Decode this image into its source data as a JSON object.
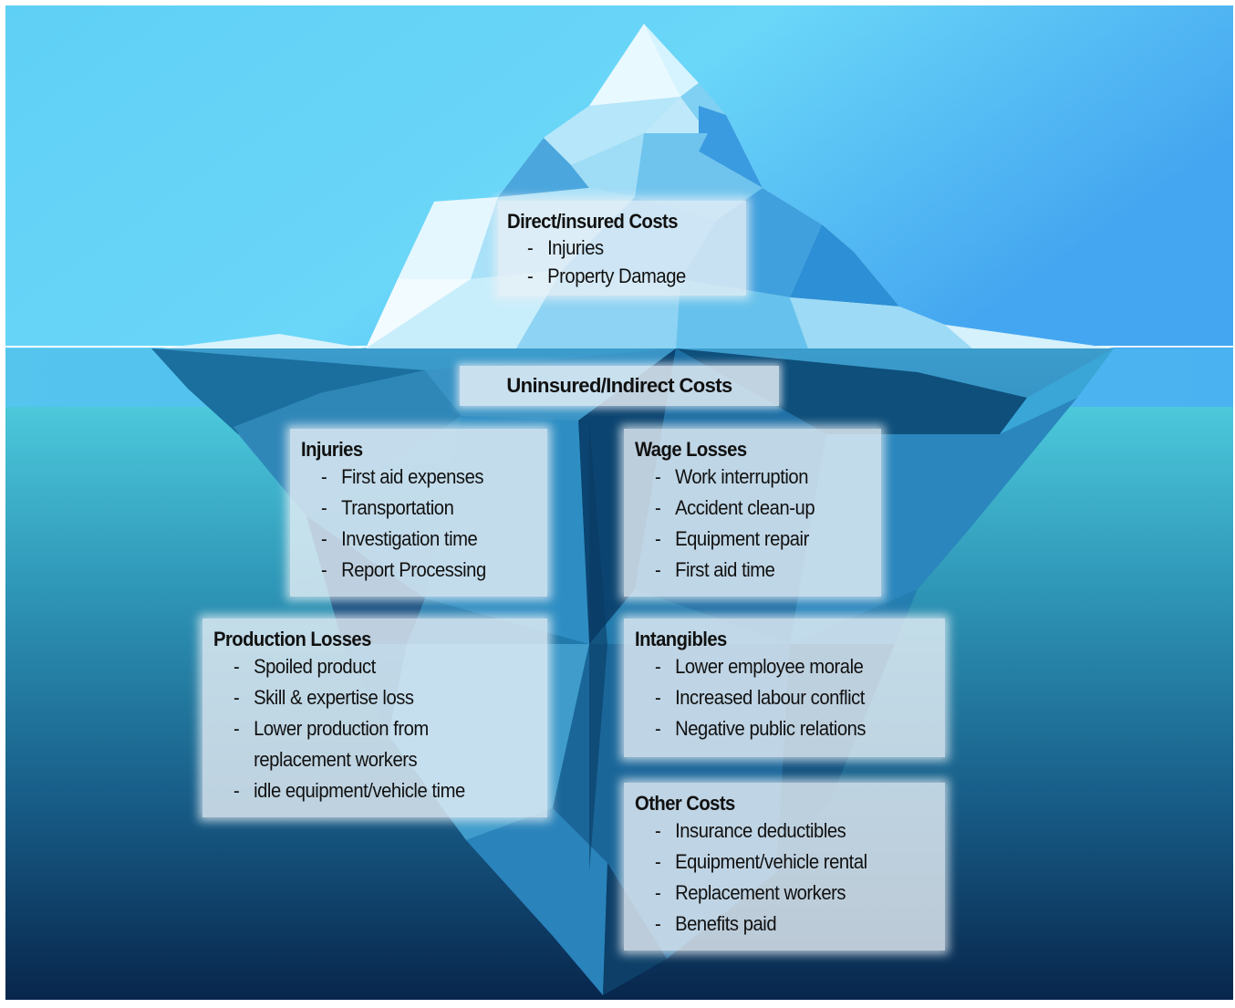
{
  "direct": {
    "title": "Direct/insured Costs",
    "items": [
      "Injuries",
      "Property Damage"
    ]
  },
  "indirect_title": "Uninsured/Indirect Costs",
  "injuries": {
    "title": "Injuries",
    "items": [
      "First aid expenses",
      "Transportation",
      "Investigation time",
      "Report Processing"
    ]
  },
  "wage_losses": {
    "title": "Wage Losses",
    "items": [
      "Work interruption",
      "Accident clean-up",
      "Equipment repair",
      "First aid time"
    ]
  },
  "production_losses": {
    "title": "Production Losses",
    "items": [
      "Spoiled product",
      "Skill & expertise loss",
      "Lower production from",
      "replacement workers",
      "idle equipment/vehicle time"
    ]
  },
  "intangibles": {
    "title": "Intangibles",
    "items": [
      "Lower employee morale",
      "Increased labour conflict",
      "Negative public relations"
    ]
  },
  "other_costs": {
    "title": "Other Costs",
    "items": [
      "Insurance deductibles",
      "Equipment/vehicle rental",
      "Replacement workers",
      "Benefits paid"
    ]
  },
  "dash": "-",
  "colors": {
    "sky_top": "#58c9f3",
    "sky_right": "#48a8f2",
    "sea_top": "#4cc7da",
    "sea_bottom": "#0a2a52",
    "ice_light": "#cfeffc",
    "ice_mid": "#6cc3ef",
    "ice_dark": "#0c4d78"
  }
}
